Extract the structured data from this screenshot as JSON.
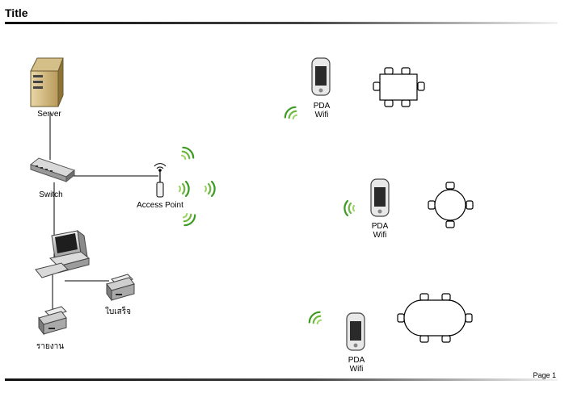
{
  "header": {
    "title": "Title"
  },
  "footer": {
    "page": "Page 1"
  },
  "nodes": {
    "server": "Server",
    "switch": "Switch",
    "access_point": "Access Point",
    "printer_receipt": "ใบเสร็จ",
    "printer_report": "รายงาน",
    "pda_1": [
      "PDA",
      "Wifi"
    ],
    "pda_2": [
      "PDA",
      "Wifi"
    ],
    "pda_3": [
      "PDA",
      "Wifi"
    ]
  },
  "colors": {
    "wifi": "#3a9a22",
    "wifi_light": "#9fd46a"
  }
}
